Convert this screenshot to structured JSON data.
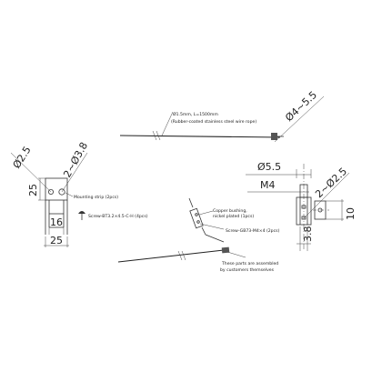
{
  "rope": {
    "spec": "Ø1.5mm, L=1500mm",
    "material": "(Rubber-coated stainless steel wire rope)",
    "end_diameter": "Ø4~5.5"
  },
  "mounting_strip": {
    "dia_small": "Ø2.5",
    "dia_holes": "2~Ø3.8",
    "height": "25",
    "inner_width": "16",
    "width": "25",
    "label": "Mounting strip (2pcs)",
    "screw_label": "Screw-BT3.2×4.5-C-H (4pcs)"
  },
  "bushing": {
    "copper_label_1": "Copper bushing,",
    "copper_label_2": "nickel plated (1pcs)",
    "screw_label": "Screw-GB73-M4×4 (2pcs)"
  },
  "end_fitting": {
    "dia": "Ø5.5",
    "thread": "M4",
    "dia_holes": "2~Ø2.5",
    "length": "10",
    "offset": "3.8"
  },
  "note": {
    "line1": "These parts are assembled",
    "line2": "by customers themselves"
  }
}
